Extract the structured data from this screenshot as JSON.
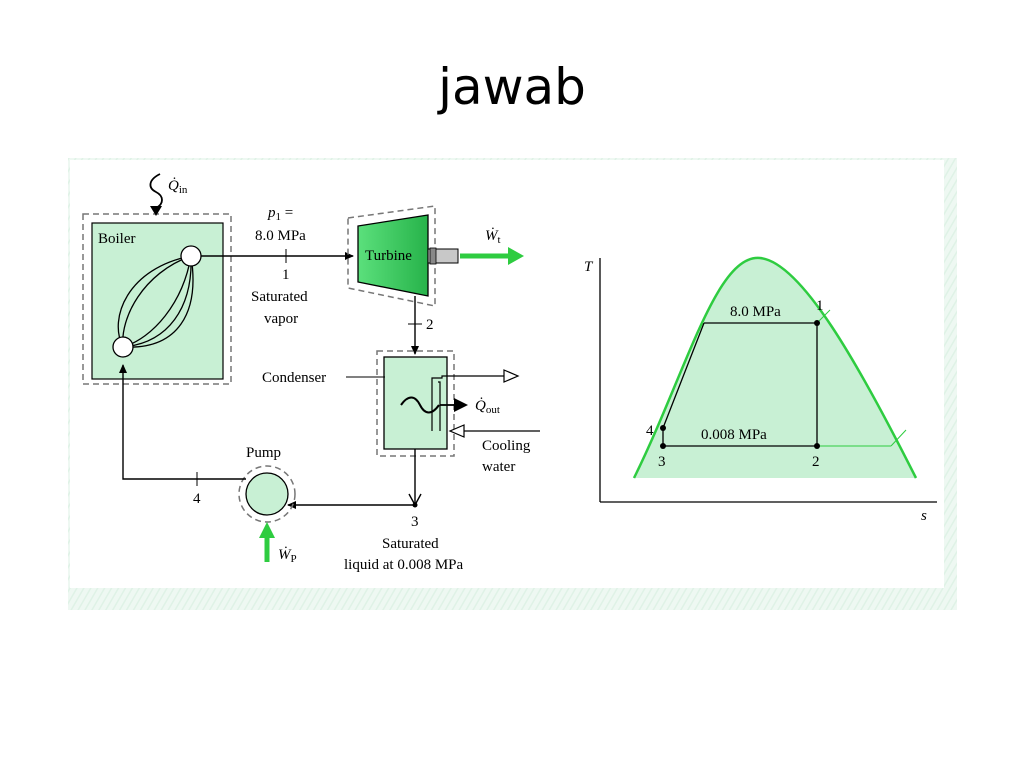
{
  "slide": {
    "title": "jawab"
  },
  "diagram": {
    "q_in": {
      "symbol": "Q̇",
      "sub": "in"
    },
    "boiler_label": "Boiler",
    "p1_line1_sym": "p",
    "p1_line1_sub": "1",
    "p1_line1_eq": " =",
    "p1_line2": "8.0 MPa",
    "state1": "1",
    "sat_vapor_line1": "Saturated",
    "sat_vapor_line2": "vapor",
    "turbine_label": "Turbine",
    "w_t": {
      "symbol": "Ẇ",
      "sub": "t"
    },
    "state2": "2",
    "condenser_label": "Condenser",
    "q_out": {
      "symbol": "Q̇",
      "sub": "out"
    },
    "cooling_line1": "Cooling",
    "cooling_line2": "water",
    "pump_label": "Pump",
    "state4": "4",
    "state3": "3",
    "sat_liquid_line1": "Saturated",
    "sat_liquid_line2": "liquid at 0.008 MPa",
    "w_p": {
      "symbol": "Ẇ",
      "sub": "P"
    }
  },
  "ts_diagram": {
    "axis_t": "T",
    "axis_s": "s",
    "high_pressure": "8.0 MPa",
    "low_pressure": "0.008 MPa",
    "point1": "1",
    "point2": "2",
    "point3": "3",
    "point4": "4"
  },
  "colors": {
    "green_fill": "#c8f0d4",
    "green_accent": "#2ecc40",
    "figure_bg": "#f4fbf7"
  }
}
